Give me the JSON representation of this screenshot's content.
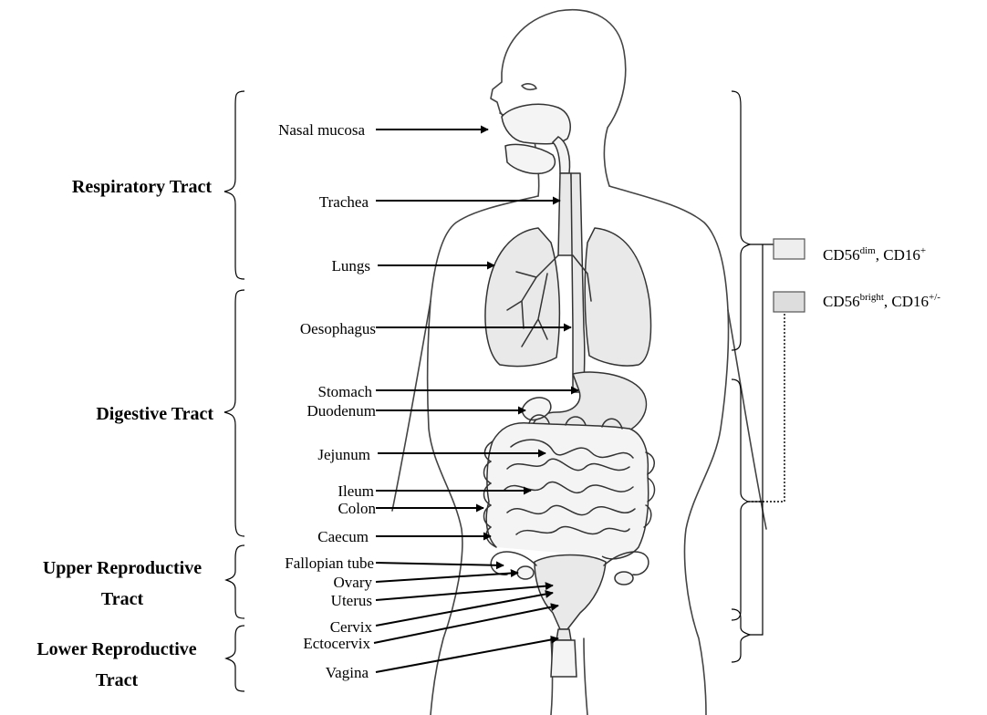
{
  "groups": [
    {
      "id": "respiratory",
      "lines": [
        "Respiratory Tract"
      ]
    },
    {
      "id": "digestive",
      "lines": [
        "Digestive Tract"
      ]
    },
    {
      "id": "upper-repro",
      "lines": [
        "Upper Reproductive",
        "Tract"
      ]
    },
    {
      "id": "lower-repro",
      "lines": [
        "Lower Reproductive",
        "Tract"
      ]
    }
  ],
  "organs": [
    {
      "id": "nasal-mucosa",
      "label": "Nasal mucosa"
    },
    {
      "id": "trachea",
      "label": "Trachea"
    },
    {
      "id": "lungs",
      "label": "Lungs"
    },
    {
      "id": "oesophagus",
      "label": "Oesophagus"
    },
    {
      "id": "stomach",
      "label": "Stomach"
    },
    {
      "id": "duodenum",
      "label": "Duodenum"
    },
    {
      "id": "jejunum",
      "label": "Jejunum"
    },
    {
      "id": "ileum",
      "label": "Ileum"
    },
    {
      "id": "colon",
      "label": "Colon"
    },
    {
      "id": "caecum",
      "label": "Caecum"
    },
    {
      "id": "fallopian-tube",
      "label": "Fallopian tube"
    },
    {
      "id": "ovary",
      "label": "Ovary"
    },
    {
      "id": "uterus",
      "label": "Uterus"
    },
    {
      "id": "cervix",
      "label": "Cervix"
    },
    {
      "id": "ectocervix",
      "label": "Ectocervix"
    },
    {
      "id": "vagina",
      "label": "Vagina"
    }
  ],
  "legend": [
    {
      "id": "cd56-dim",
      "base1": "CD56",
      "sup1": "dim",
      "mid": ", CD16",
      "sup2": "+",
      "fill": "#eeeeee",
      "connector": "solid"
    },
    {
      "id": "cd56-bright",
      "base1": "CD56",
      "sup1": "bright",
      "mid": ", CD16",
      "sup2": "+/-",
      "fill": "#dddddd",
      "connector": "dotted"
    }
  ],
  "colors": {
    "organ_fill": "#e9e9e9",
    "lines": "#000000"
  }
}
